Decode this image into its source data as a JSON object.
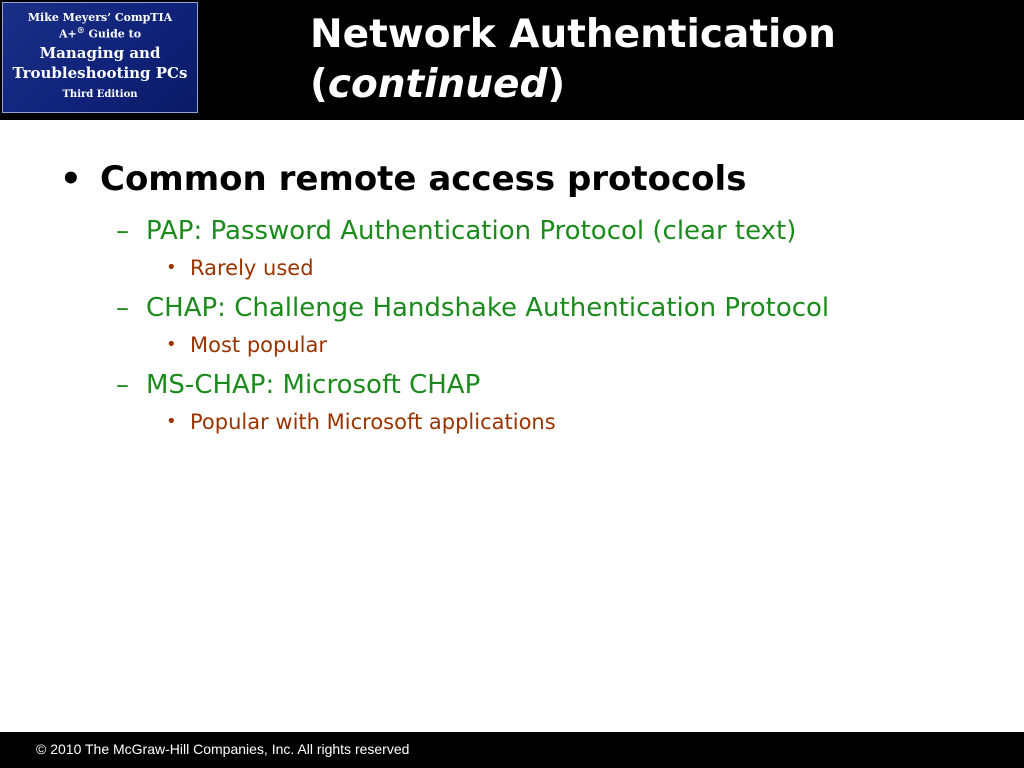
{
  "logo": {
    "line1": "Mike Meyers’ CompTIA",
    "line2_prefix": "A+",
    "line2_sup": "®",
    "line2_suffix": " Guide to",
    "line3": "Managing and",
    "line4": "Troubleshooting PCs",
    "line5": "Third Edition"
  },
  "title": {
    "main": "Network Authentication",
    "open_paren": "(",
    "italic": "continued",
    "close_paren": ")"
  },
  "content": {
    "bullet_char": "•",
    "dash_char": "–",
    "heading": "Common remote access protocols",
    "items": [
      {
        "text": "PAP: Password Authentication Protocol (clear text)",
        "sub": "Rarely used"
      },
      {
        "text": "CHAP: Challenge Handshake Authentication Protocol",
        "sub": "Most popular"
      },
      {
        "text": "MS-CHAP: Microsoft CHAP",
        "sub": "Popular with Microsoft applications"
      }
    ]
  },
  "footer": {
    "copyright": "© 2010 The McGraw-Hill Companies, Inc. All rights reserved"
  }
}
